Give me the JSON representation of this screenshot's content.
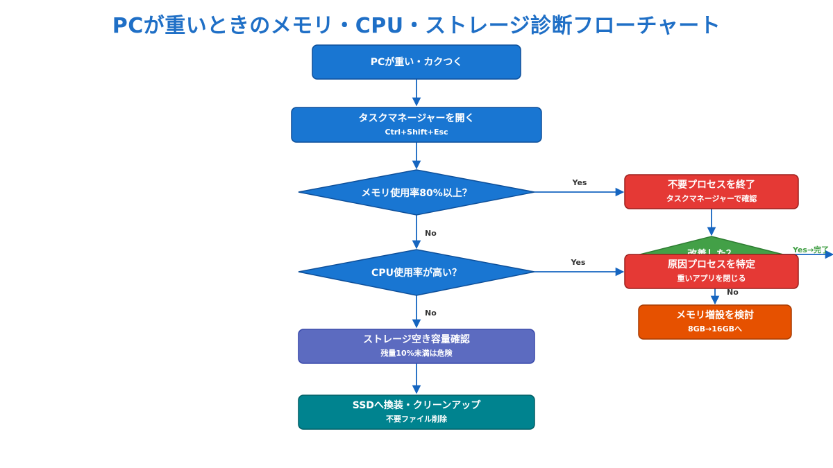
{
  "title": "PCが重いときのメモリ・CPU・ストレージ診断フローチャート",
  "nodes": {
    "start": {
      "label": "PCが重い・カクつく"
    },
    "taskmgr": {
      "label": "タスクマネージャーを開く",
      "sub": "Ctrl+Shift+Esc"
    },
    "mem_check": {
      "label": "メモリ使用率80%以上？"
    },
    "cpu_check": {
      "label": "CPU使用率が高い？"
    },
    "storage": {
      "label": "ストレージ空き容量確認",
      "sub": "残量10%未満は危険"
    },
    "ssd": {
      "label": "SSDへ換装・クリーンアップ",
      "sub": "不要ファイル削除"
    },
    "kill_proc": {
      "label": "不要プロセスを終了",
      "sub": "タスクマネージャーで確認"
    },
    "improved": {
      "label": "改善した？"
    },
    "identify": {
      "label": "原因プロセスを特定",
      "sub": "重いアプリを閉じる"
    },
    "add_mem": {
      "label": "メモリ増設を検討",
      "sub": "8GB→16GBへ"
    }
  },
  "edges": {
    "mem_yes": "Yes",
    "mem_no": "No",
    "cpu_yes": "Yes",
    "cpu_no": "No",
    "improved_yes": "Yes→完了",
    "improved_no": "No"
  },
  "colors": {
    "blue": "#1976d2",
    "blue_border": "#0d4f9a",
    "red": "#e53935",
    "red_border": "#9c1f1c",
    "green": "#43a047",
    "orange": "#e65100",
    "indigo": "#5c6bc0",
    "teal": "#00838f",
    "arrow": "#1565c0",
    "title": "#1f6fc6"
  }
}
